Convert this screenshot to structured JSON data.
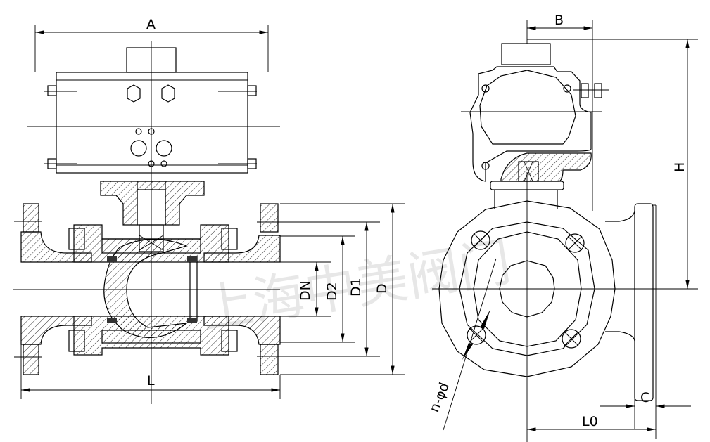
{
  "drawing": {
    "dimensions": {
      "A": "A",
      "B": "B",
      "H": "H",
      "DN": "DN",
      "D2": "D2",
      "D1": "D1",
      "D": "D",
      "L": "L",
      "L0": "L0",
      "C": "C",
      "bolt_holes": "n-φd"
    },
    "watermark": "上海中美阀门"
  }
}
